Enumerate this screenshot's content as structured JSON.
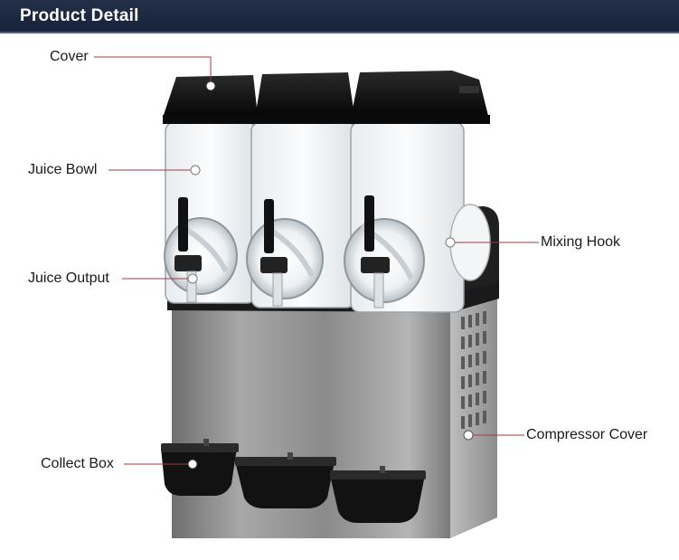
{
  "header": {
    "title": "Product Detail"
  },
  "colors": {
    "header_bg": "#1b2740",
    "leader_line": "#a33a3a",
    "marker_fill": "#ffffff",
    "cover": "#111111",
    "steel": "#9a9a9a"
  },
  "callouts": {
    "cover": "Cover",
    "juice_bowl": "Juice Bowl",
    "juice_output": "Juice Output",
    "collect_box": "Collect Box",
    "mixing_hook": "Mixing Hook",
    "compressor_cover": "Compressor Cover"
  }
}
